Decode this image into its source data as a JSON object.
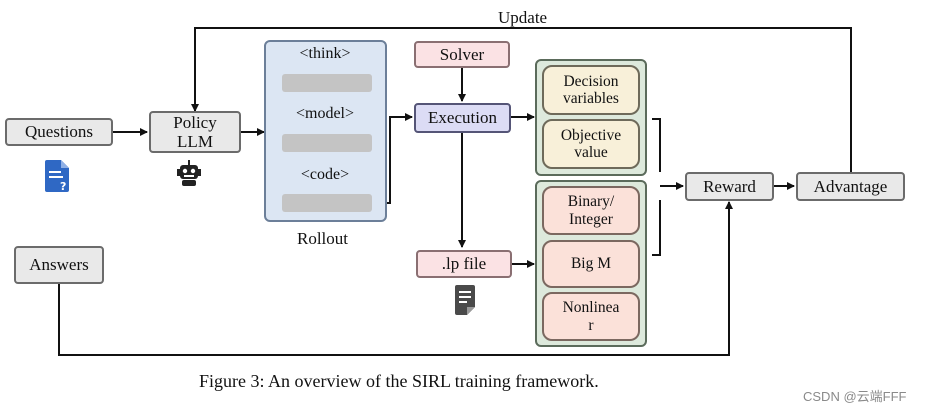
{
  "nodes": {
    "update": "Update",
    "questions": "Questions",
    "policy_line1": "Policy",
    "policy_line2": "LLM",
    "think_tag": "<think>",
    "model_tag": "<model>",
    "code_tag": "<code>",
    "rollout": "Rollout",
    "solver": "Solver",
    "execution": "Execution",
    "lp_file": ".lp file",
    "answers": "Answers",
    "decision_line1": "Decision",
    "decision_line2": "variables",
    "objective_line1": "Objective",
    "objective_line2": "value",
    "binary_line1": "Binary/",
    "binary_line2": "Integer",
    "bigm": "Big M",
    "nonlinear_line1": "Nonlinea",
    "nonlinear_line2": "r",
    "reward": "Reward",
    "advantage": "Advantage"
  },
  "caption": "Figure 3: An overview of the SIRL training framework.",
  "watermark": "CSDN @云端FFF",
  "icons": {
    "question_doc": "document-question-icon",
    "robot": "robot-icon",
    "lp_doc": "file-document-icon"
  },
  "colors": {
    "gray_box": "#e9e9e9",
    "pink_box": "#fbe2e4",
    "execution_box": "#dcdcf5",
    "rollout_panel": "#dce6f3",
    "green_panel": "#dde9dc",
    "beige_box": "#f8f0d9",
    "salmon_box": "#fbe1d9",
    "doc_icon_blue": "#2f68c4",
    "line": "#111111"
  }
}
